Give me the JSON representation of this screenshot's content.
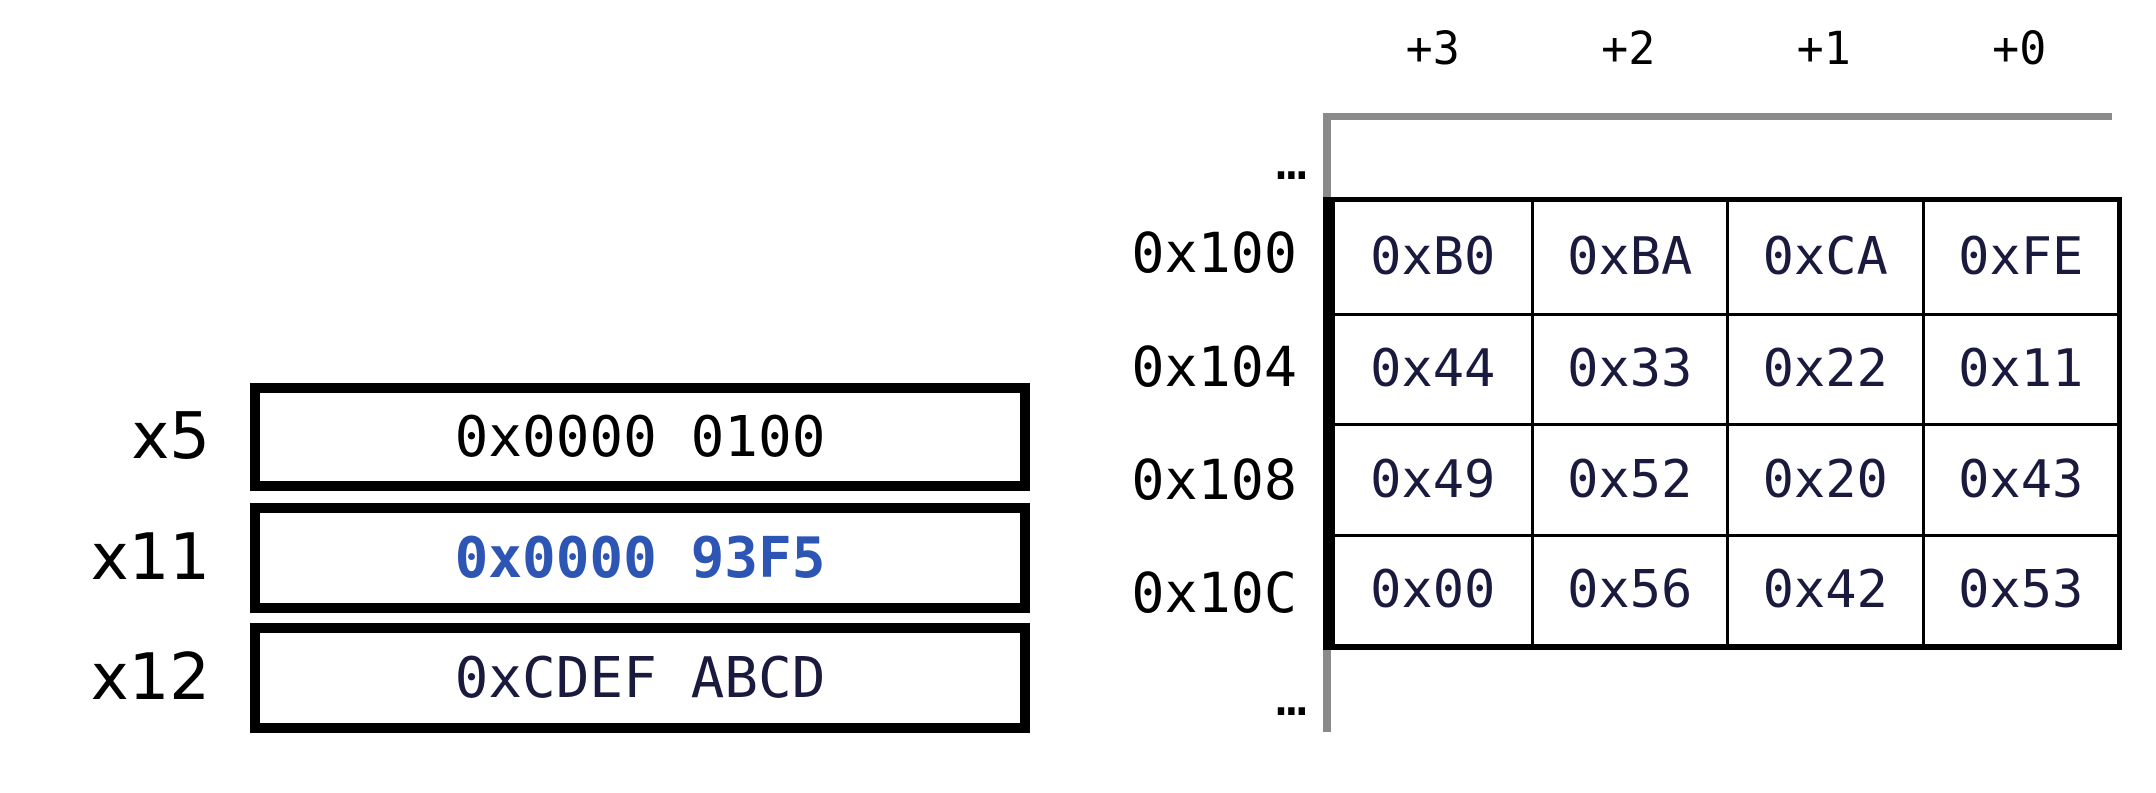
{
  "registers": {
    "items": [
      {
        "name": "x5",
        "value": "0x0000 0100",
        "highlight": false
      },
      {
        "name": "x11",
        "value": "0x0000 93F5",
        "highlight": true
      },
      {
        "name": "x12",
        "value": "0xCDEF ABCD",
        "highlight": false
      }
    ]
  },
  "memory": {
    "column_headers": [
      "+3",
      "+2",
      "+1",
      "+0"
    ],
    "ellipsis_top": "…",
    "ellipsis_bottom": "…",
    "rows": [
      {
        "address": "0x100",
        "bytes": [
          "0xB0",
          "0xBA",
          "0xCA",
          "0xFE"
        ]
      },
      {
        "address": "0x104",
        "bytes": [
          "0x44",
          "0x33",
          "0x22",
          "0x11"
        ]
      },
      {
        "address": "0x108",
        "bytes": [
          "0x49",
          "0x52",
          "0x20",
          "0x43"
        ]
      },
      {
        "address": "0x10C",
        "bytes": [
          "0x00",
          "0x56",
          "0x42",
          "0x53"
        ]
      }
    ]
  },
  "colors": {
    "highlight_blue": "#2d55b4",
    "value_navy": "#1a1a3e",
    "line_gray": "#8a8a8a",
    "border_black": "#000000"
  }
}
